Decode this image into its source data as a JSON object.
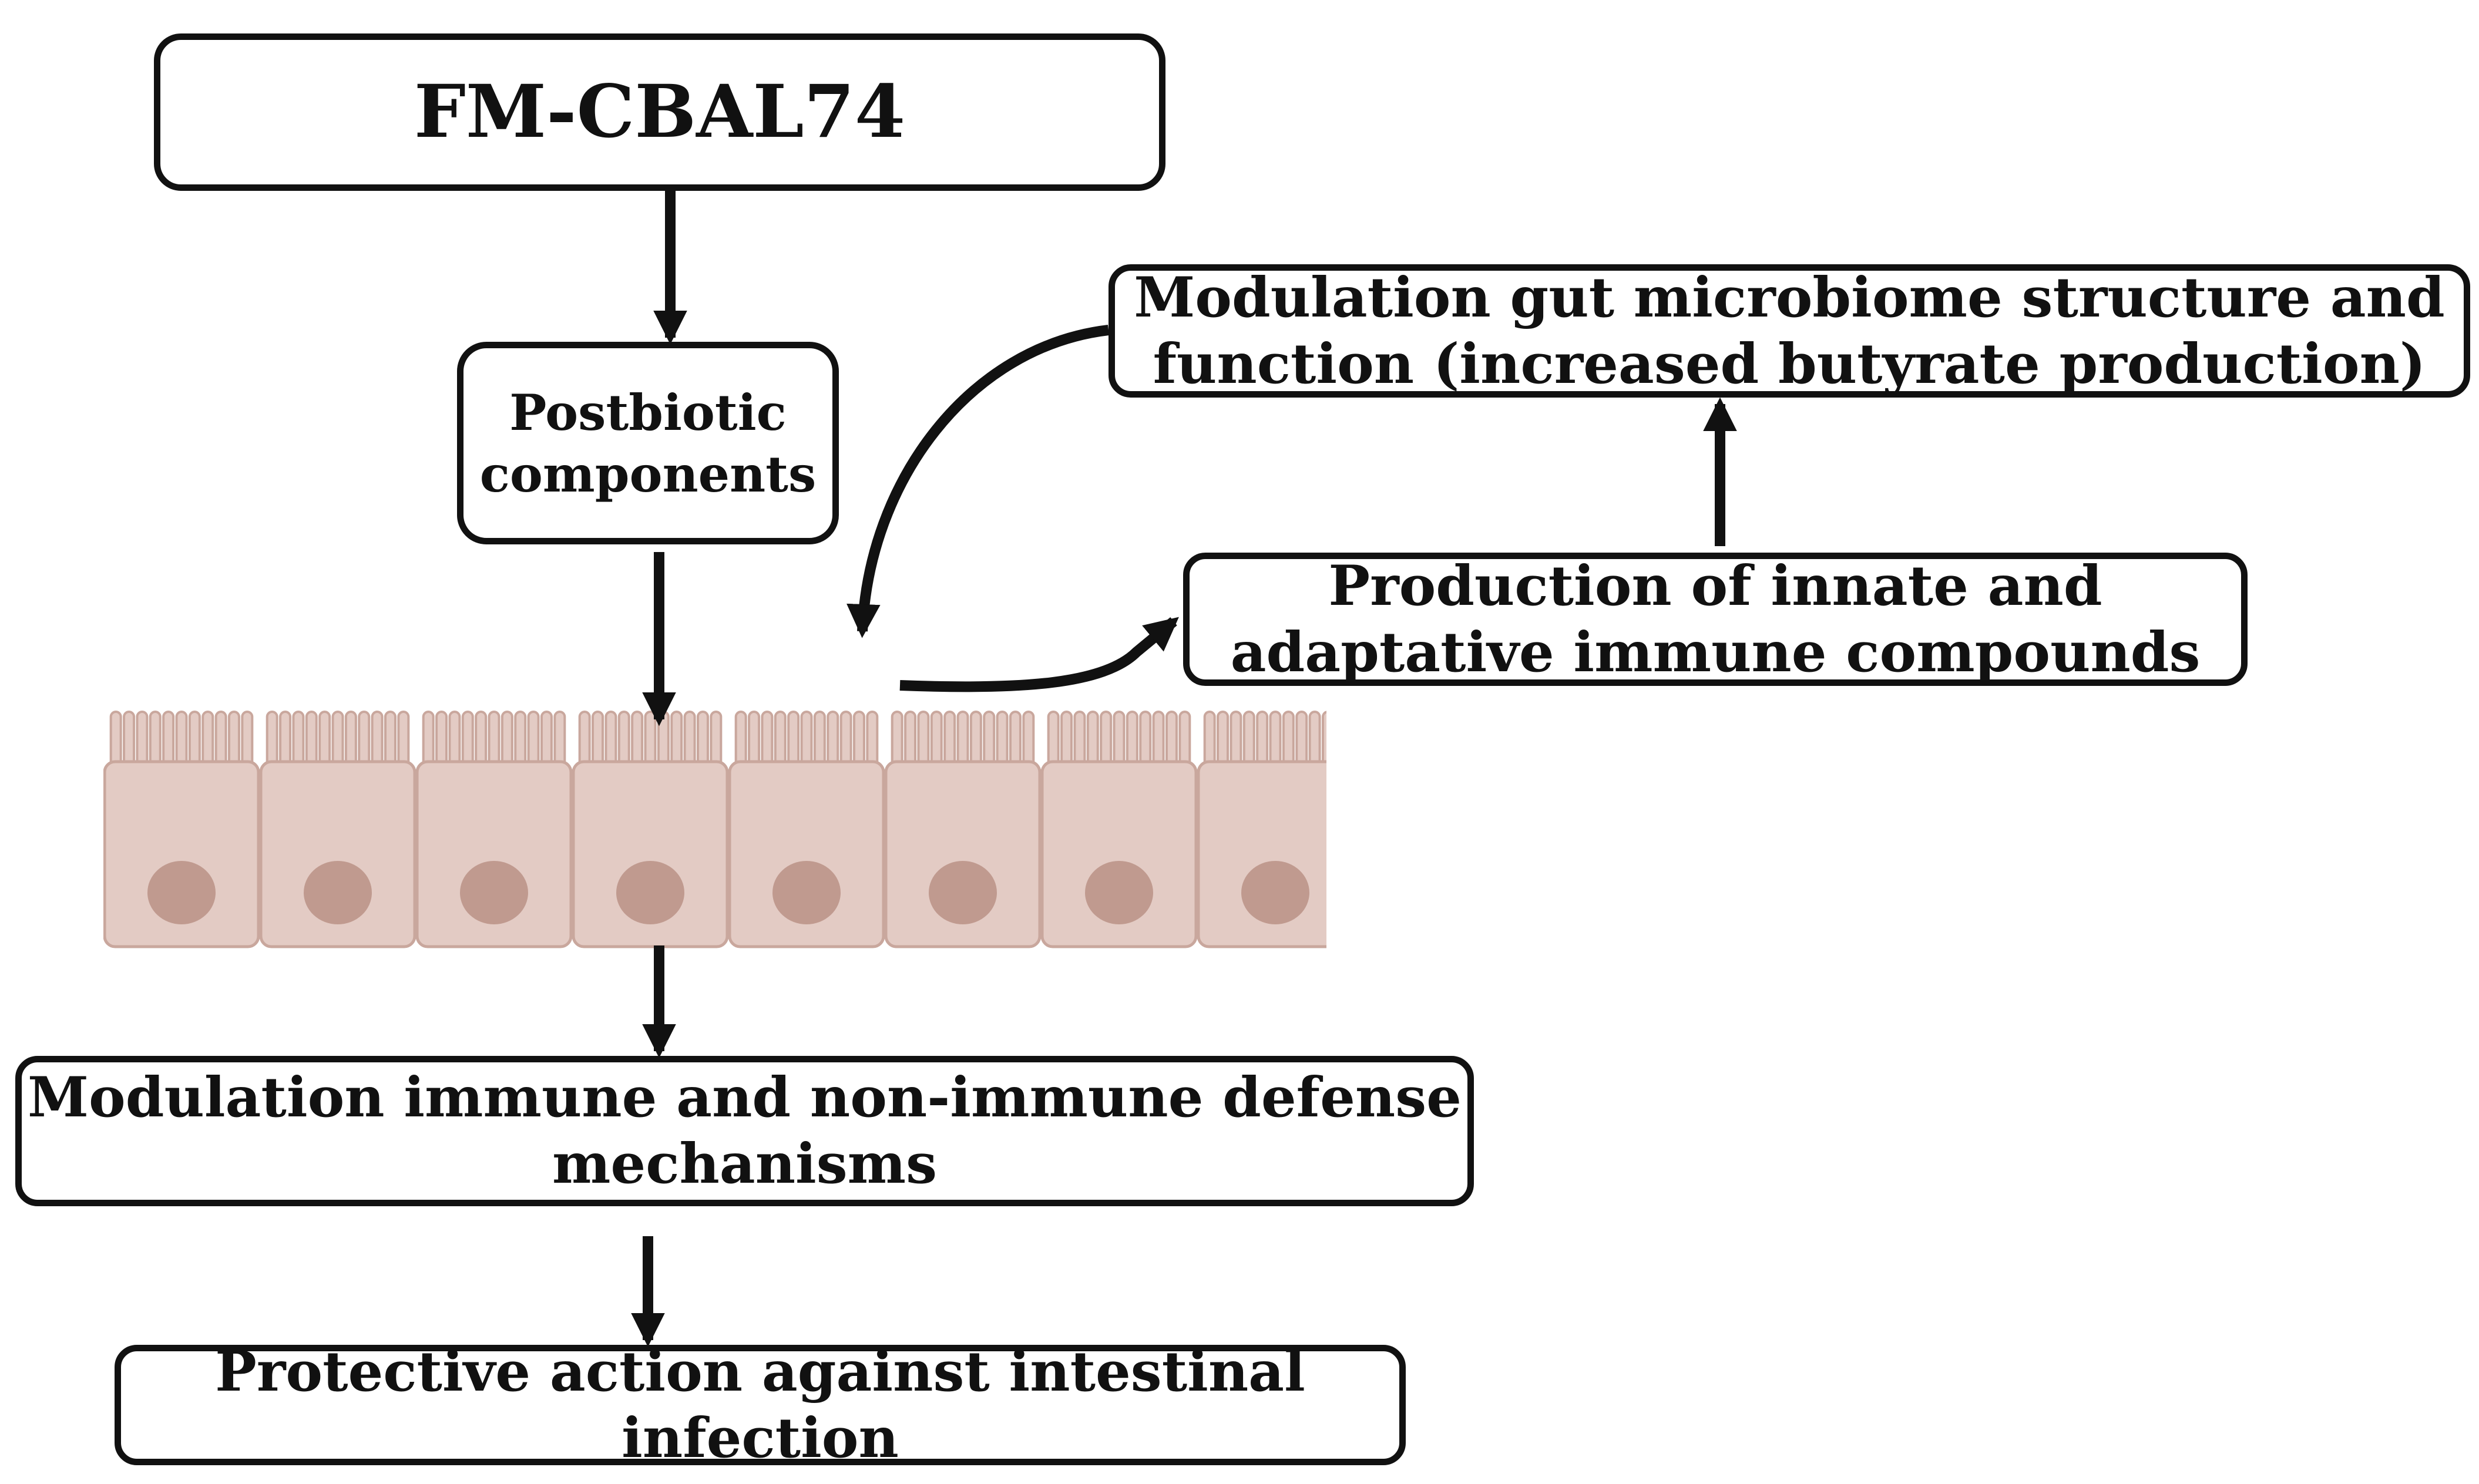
{
  "nodes": {
    "fm_cbal74": "FM-CBAL74",
    "postbiotic": "Postbiotic components",
    "gut_microbiome": "Modulation gut microbiome structure and function (increased butyrate production)",
    "immune_production": "Production of innate and adaptative immune compounds",
    "defense_modulation": "Modulation immune and non-immune defense mechanisms",
    "protective_action": "Protective action against intestinal infection"
  },
  "colors": {
    "stroke": "#111111",
    "cell_fill": "#e3cbc4",
    "cell_edge": "#c9a79d",
    "nucleus": "#c09a8f"
  },
  "epithelium": {
    "cell_count": 8
  }
}
